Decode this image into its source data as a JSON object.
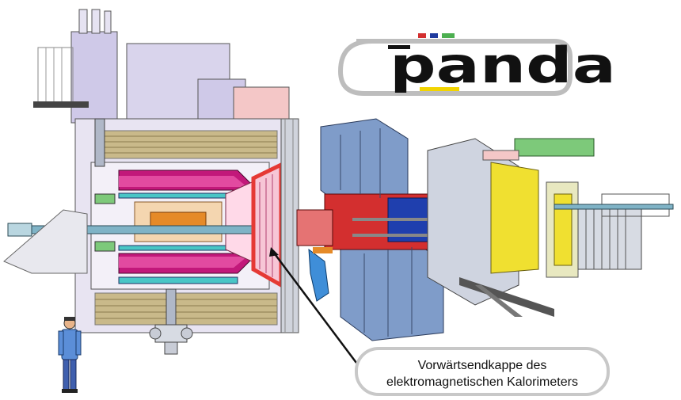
{
  "logo": {
    "wordmark": "panda",
    "bar_colors": [
      "#d32f2f",
      "#1e3a9e",
      "#4caf50"
    ],
    "underline_color": "#f2d400",
    "frame_color": "#bdbdbd"
  },
  "callout": {
    "line1": "Vorwärtsendkappe des",
    "line2": "elektromagnetischen Kalorimeters",
    "border_color": "#c8c8c8"
  },
  "colors": {
    "highlight": "#e53935",
    "magenta": "#c2187a",
    "steel_blue": "#7f9cc9",
    "yellow": "#f0e030",
    "green": "#7dc97a",
    "cyan": "#49c6c6",
    "lilac": "#cfc9e8",
    "tan": "#c9b98a",
    "red": "#d32f2f",
    "navy": "#1f3fae"
  }
}
